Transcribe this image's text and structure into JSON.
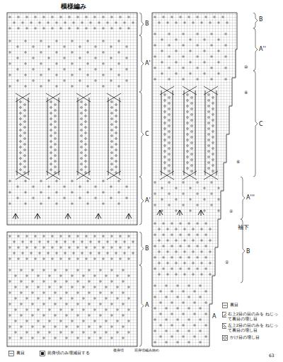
{
  "diagram": {
    "title": "模様編み",
    "labels": [
      "B",
      "A'",
      "C",
      "A'",
      "B",
      "A",
      "B",
      "A''",
      "C",
      "A'''",
      "袖下",
      "B",
      "A",
      "後身頃",
      "前身頃編み始め",
      "63",
      "⑩",
      "⑧",
      "⑥",
      "④",
      "②"
    ],
    "legend": [
      {
        "text": "裏目"
      },
      {
        "text": "右上2目の目のみを ねじって裏目の増し目"
      },
      {
        "text": "左上2目の目のみを ねじって裏目の増し目"
      },
      {
        "text": "かけ目の増し目"
      },
      {
        "text": "裏目"
      },
      {
        "text": "前身頃のみ増減目する"
      }
    ]
  }
}
